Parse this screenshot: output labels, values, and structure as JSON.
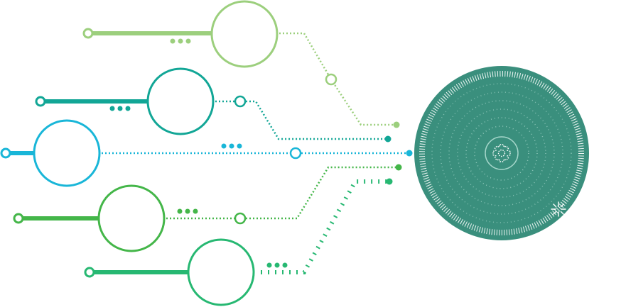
{
  "colors": {
    "light_green": "#9ccf7d",
    "teal": "#12a696",
    "cyan": "#19b6d8",
    "green": "#44b649",
    "emerald": "#27b872",
    "hub_fill": "#3a8f7d",
    "hub_ring": "#ffffff"
  },
  "branches": [
    {
      "id": "branch-1",
      "color_key": "light_green"
    },
    {
      "id": "branch-2",
      "color_key": "teal"
    },
    {
      "id": "branch-3",
      "color_key": "cyan"
    },
    {
      "id": "branch-4",
      "color_key": "green"
    },
    {
      "id": "branch-5",
      "color_key": "emerald"
    }
  ],
  "hub": {
    "icon": "gear-icon"
  }
}
